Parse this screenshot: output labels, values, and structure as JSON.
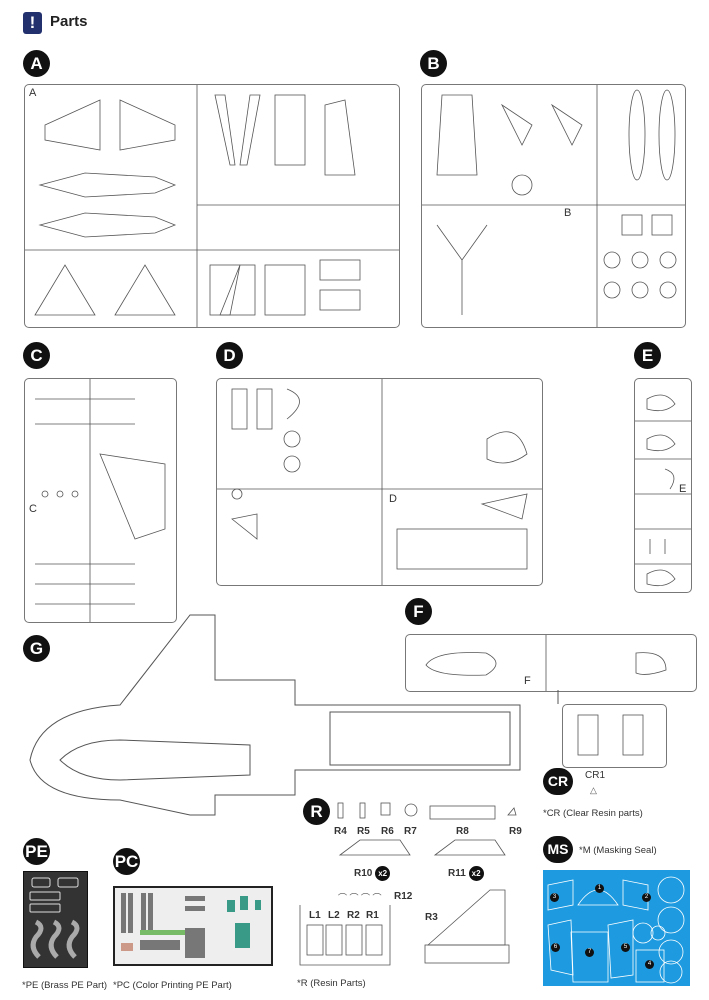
{
  "header": {
    "icon": "!",
    "title": "Parts"
  },
  "sprues": {
    "A": {
      "badge": "A",
      "label": "A"
    },
    "B": {
      "badge": "B",
      "label": "B"
    },
    "C": {
      "badge": "C",
      "label": "C"
    },
    "D": {
      "badge": "D",
      "label": "D"
    },
    "E": {
      "badge": "E",
      "label": "E"
    },
    "F": {
      "badge": "F",
      "label": "F"
    },
    "G": {
      "badge": "G"
    }
  },
  "resin": {
    "badge": "R",
    "parts": [
      "R4",
      "R5",
      "R6",
      "R7",
      "R8",
      "R9"
    ],
    "r10": "R10",
    "r11": "R11",
    "multiplier": "x2",
    "r12": "R12",
    "r3": "R3",
    "seats": [
      "L1",
      "L2",
      "R2",
      "R1"
    ],
    "caption": "*R (Resin Parts)"
  },
  "clear_resin": {
    "badge": "CR",
    "part": "CR1",
    "caption": "*CR (Clear Resin parts)"
  },
  "masking": {
    "badge": "MS",
    "caption": "*M (Masking Seal)",
    "numbers": [
      "1",
      "2",
      "3",
      "4",
      "5",
      "6",
      "7"
    ],
    "color": "#1e9be0"
  },
  "photo_etch": {
    "badge": "PE",
    "caption": "*PE (Brass PE Part)"
  },
  "color_pe": {
    "badge": "PC",
    "caption": "*PC (Color Printing PE Part)"
  }
}
